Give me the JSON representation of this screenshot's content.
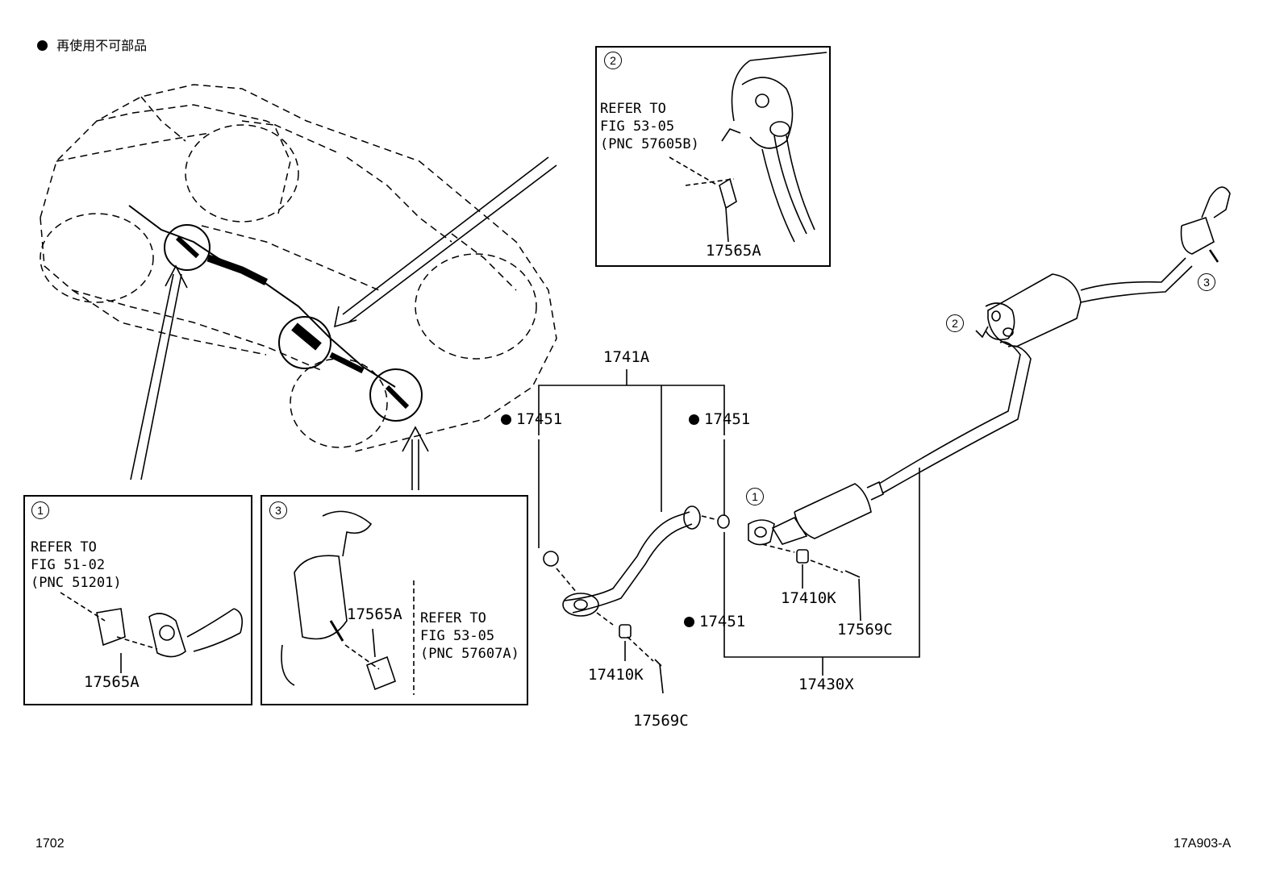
{
  "legend": {
    "text": "再使用不可部品"
  },
  "footer": {
    "left_code": "1702",
    "right_code": "17A903-A"
  },
  "markers": {
    "one": "1",
    "two": "2",
    "three": "3"
  },
  "inset1": {
    "marker": "1",
    "note": "REFER TO\nFIG 51-02\n(PNC 51201)",
    "part": "17565A"
  },
  "inset2": {
    "marker": "2",
    "note": "REFER TO\nFIG 53-05\n(PNC 57605B)",
    "part": "17565A"
  },
  "inset3": {
    "marker": "3",
    "note": "REFER TO\nFIG 53-05\n(PNC 57607A)",
    "part": "17565A"
  },
  "parts": {
    "front_pipe_assy": "1741A",
    "gasket_left": "17451",
    "gasket_mid": "17451",
    "gasket_low": "17451",
    "spring_left": "17410K",
    "bolt_left": "17569C",
    "spring_right": "17410K",
    "bolt_right": "17569C",
    "tail_pipe_assy": "17430X"
  }
}
